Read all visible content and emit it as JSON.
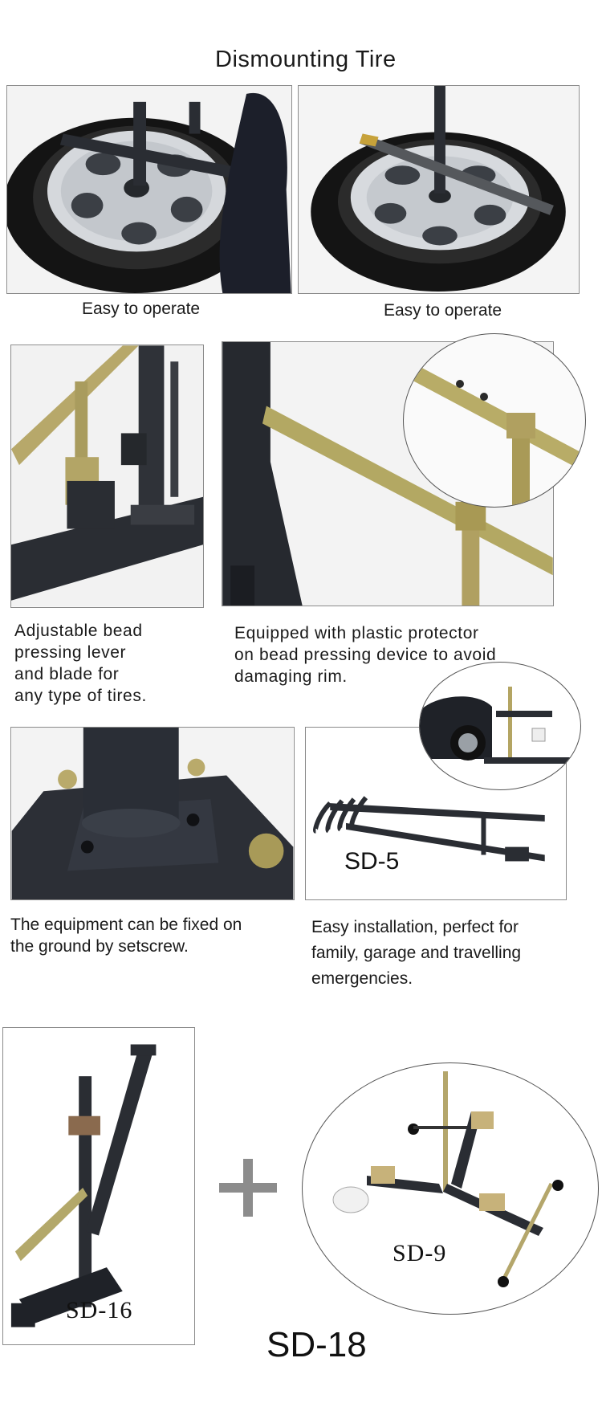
{
  "page": {
    "title": "Dismounting Tire"
  },
  "section1": {
    "photo_left_caption": "Easy to operate",
    "photo_right_caption": "Easy to operate"
  },
  "section2": {
    "lever_caption": [
      "Adjustable bead",
      "pressing lever",
      "and blade for",
      "any type of tires."
    ],
    "protector_caption": [
      "Equipped with plastic protector",
      "on bead pressing device to avoid",
      "damaging rim."
    ]
  },
  "section3": {
    "base_caption": [
      "The equipment can be fixed on",
      "the ground by setscrew."
    ],
    "sd5_label": "SD-5",
    "sd5_caption": [
      "Easy installation, perfect for",
      "family, garage and travelling",
      "emergencies."
    ]
  },
  "section4": {
    "sd16_label": "SD-16",
    "sd9_label": "SD-9",
    "combo_label": "SD-18"
  },
  "colors": {
    "frame_border": "#8a8a8a",
    "steel_dark": "#2a2d33",
    "zinc_gold": "#b7a86a",
    "tire": "#141414",
    "rim": "#c9ccd0",
    "plus_gray": "#8c8c8c"
  }
}
